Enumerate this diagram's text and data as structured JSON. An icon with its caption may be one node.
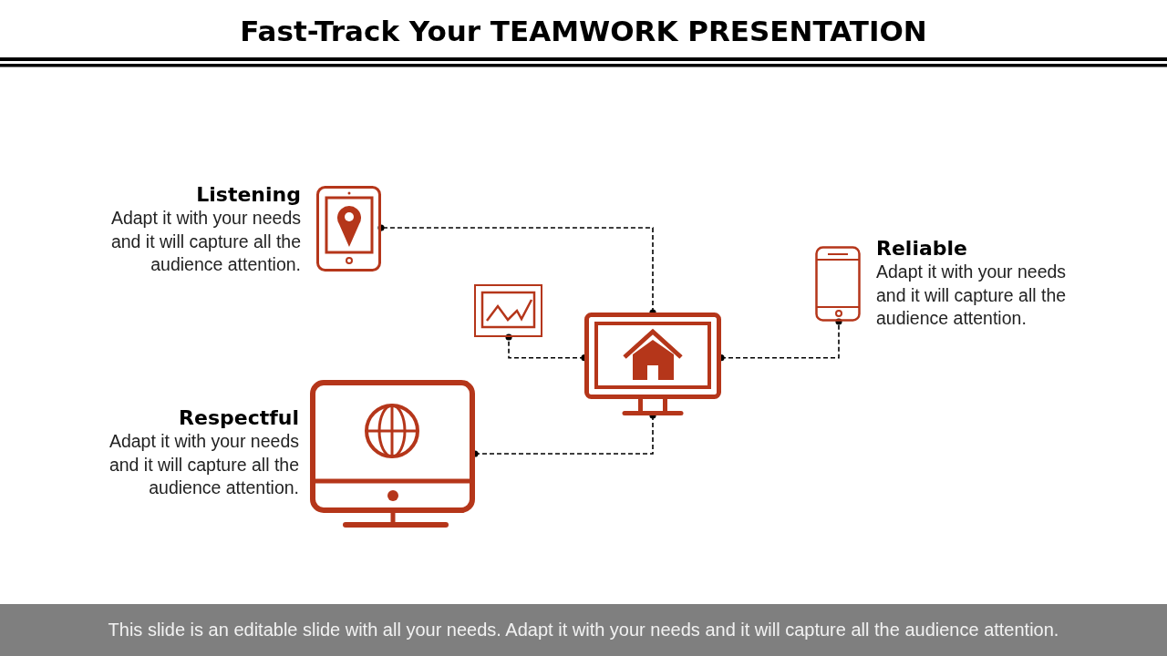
{
  "diagram": {
    "title": "Fast-Track Your TEAMWORK PRESENTATION",
    "caption": "This slide is an editable slide with all your needs. Adapt it with your needs and it will capture all the audience attention.",
    "nodes": [
      {
        "text": [],
        "shape": "tablet",
        "beside": [
          "Listening",
          "Adapt it with your needs and it will capture all the audience attention."
        ]
      },
      {
        "text": [],
        "shape": "chart"
      },
      {
        "text": [],
        "shape": "monitor"
      },
      {
        "text": [],
        "shape": "phone",
        "beside": [
          "Reliable",
          "Adapt it with your needs and it will capture all the audience attention."
        ]
      },
      {
        "text": [],
        "shape": "computer",
        "beside": [
          "Respectful",
          "Adapt it with your needs and it will capture all the audience attention."
        ]
      }
    ],
    "edges": [
      {
        "from": 2,
        "to": 0,
        "arrow": "other",
        "style": "dashed"
      },
      {
        "from": 2,
        "to": 1,
        "arrow": "other",
        "style": "dashed"
      },
      {
        "from": 2,
        "to": 3,
        "arrow": "other",
        "style": "dashed"
      },
      {
        "from": 2,
        "to": 4,
        "arrow": "other",
        "style": "dashed"
      }
    ]
  }
}
